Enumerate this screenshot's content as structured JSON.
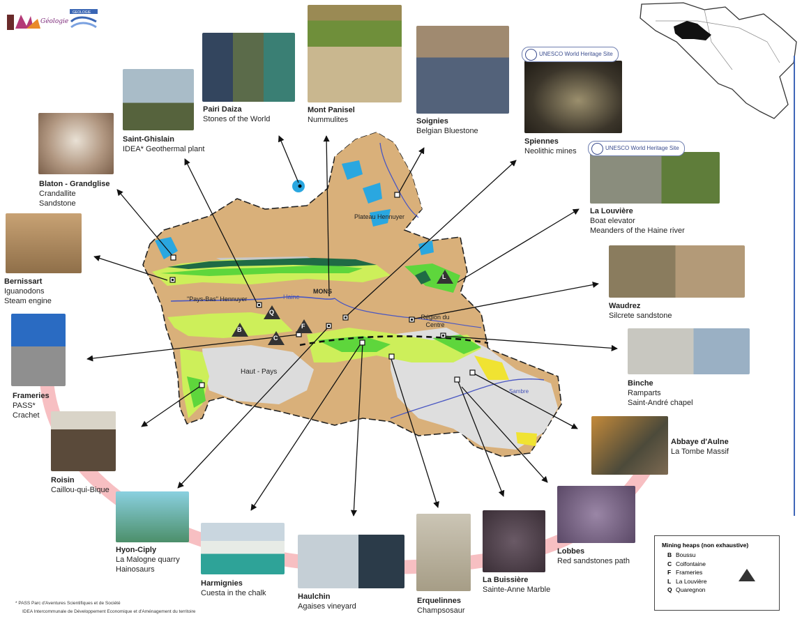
{
  "sites": [
    {
      "id": "pairi-daiza",
      "name": "Pairi Daiza",
      "lines": [
        "Stones of the World"
      ]
    },
    {
      "id": "mont-panisel",
      "name": "Mont Panisel",
      "lines": [
        "Nummulites"
      ]
    },
    {
      "id": "soignies",
      "name": "Soignies",
      "lines": [
        "Belgian Bluestone"
      ]
    },
    {
      "id": "spiennes",
      "name": "Spiennes",
      "lines": [
        "Neolithic mines"
      ]
    },
    {
      "id": "saint-ghislain",
      "name": "Saint-Ghislain",
      "lines": [
        "IDEA* Geothermal plant"
      ]
    },
    {
      "id": "blaton",
      "name": "Blaton - Grandglise",
      "lines": [
        "Crandallite",
        "Sandstone"
      ]
    },
    {
      "id": "la-louviere",
      "name": "La Louvière",
      "lines": [
        "Boat elevator",
        "Meanders of the Haine river"
      ]
    },
    {
      "id": "bernissart",
      "name": "Bernissart",
      "lines": [
        "Iguanodons",
        "Steam engine"
      ]
    },
    {
      "id": "waudrez",
      "name": "Waudrez",
      "lines": [
        "Silcrete sandstone"
      ]
    },
    {
      "id": "frameries",
      "name": "Frameries",
      "lines": [
        "PASS*",
        "Crachet"
      ]
    },
    {
      "id": "binche",
      "name": "Binche",
      "lines": [
        "Ramparts",
        "Saint-André chapel"
      ]
    },
    {
      "id": "roisin",
      "name": "Roisin",
      "lines": [
        "Caillou-qui-Bique"
      ]
    },
    {
      "id": "abbaye",
      "name": "Abbaye d'Aulne",
      "lines": [
        "La Tombe Massif"
      ]
    },
    {
      "id": "hyon",
      "name": "Hyon-Ciply",
      "lines": [
        "La Malogne quarry",
        "Hainosaurs"
      ]
    },
    {
      "id": "harmignies",
      "name": "Harmignies",
      "lines": [
        "Cuesta in the chalk"
      ]
    },
    {
      "id": "haulchin",
      "name": "Haulchin",
      "lines": [
        "Agaises vineyard"
      ]
    },
    {
      "id": "erquelinnes",
      "name": "Erquelinnes",
      "lines": [
        "Champsosaur"
      ]
    },
    {
      "id": "la-buissiere",
      "name": "La Buissière",
      "lines": [
        "Sainte-Anne Marble"
      ]
    },
    {
      "id": "lobbes",
      "name": "Lobbes",
      "lines": [
        "Red sandstones path"
      ]
    }
  ],
  "unesco_badge": "UNESCO World Heritage Site",
  "map_labels": {
    "plateau": "Plateau Hennuyer",
    "pays_bas": "\"Pays-Bas\" Hennuyer",
    "haine": "Haine",
    "mons": "MONS",
    "region_centre": "Région du Centre",
    "haut_pays": "Haut - Pays",
    "sambre": "Sambre"
  },
  "mining_markers": [
    "B",
    "Q",
    "F",
    "C",
    "L"
  ],
  "legend": {
    "title": "Mining heaps (non exhaustive)",
    "items": [
      {
        "code": "B",
        "name": "Boussu"
      },
      {
        "code": "C",
        "name": "Colfontaine"
      },
      {
        "code": "F",
        "name": "Frameries"
      },
      {
        "code": "L",
        "name": "La Louvière"
      },
      {
        "code": "Q",
        "name": "Quaregnon"
      }
    ]
  },
  "footnotes": [
    "* PASS Parc d'Aventures Scientifiques et de Société",
    "IDEA Intercommunale de Développement Economique et d'Aménagement  du territoire"
  ],
  "logo_text": "Géologie",
  "colors": {
    "tan": "#d7ae74",
    "light_green": "#c8ee58",
    "green": "#5fd43a",
    "dark_green": "#1f6b45",
    "gray": "#d9d9d9",
    "blue": "#2aa7e0",
    "river": "#4a57c2",
    "ring": "#f4b3b5",
    "outline": "#1a1a1a"
  }
}
